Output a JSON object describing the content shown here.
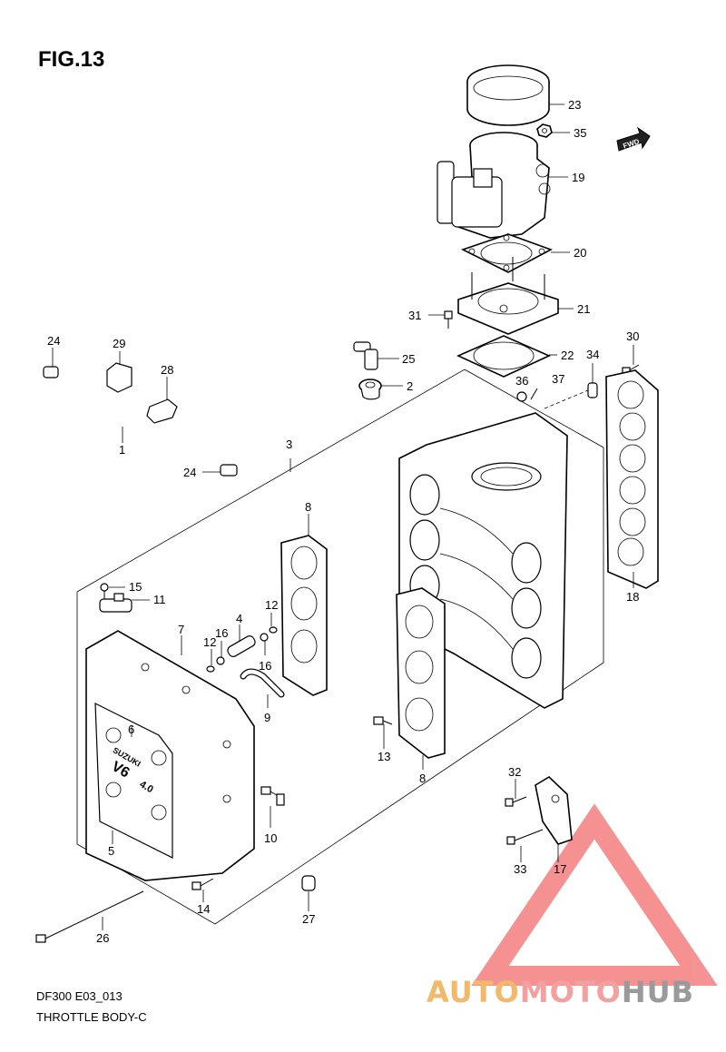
{
  "figure": {
    "title": "FIG.13",
    "code": "DF300 E03_013",
    "name": "THROTTLE BODY-C",
    "fwd_label": "FWD"
  },
  "watermark": {
    "part1": "AUTO",
    "part2": "MOTO",
    "part3": "HUB",
    "color_auto": "#f2b96a",
    "color_moto": "#f2a0a0",
    "color_hub": "#9a9a9a",
    "triangle_color": "#f26d6d"
  },
  "callouts": [
    {
      "id": "c23",
      "label": "23"
    },
    {
      "id": "c35",
      "label": "35"
    },
    {
      "id": "c19",
      "label": "19"
    },
    {
      "id": "c20",
      "label": "20"
    },
    {
      "id": "c21",
      "label": "21"
    },
    {
      "id": "c31",
      "label": "31"
    },
    {
      "id": "c22",
      "label": "22"
    },
    {
      "id": "c25",
      "label": "25"
    },
    {
      "id": "c2",
      "label": "2"
    },
    {
      "id": "c36",
      "label": "36"
    },
    {
      "id": "c37",
      "label": "37"
    },
    {
      "id": "c34",
      "label": "34"
    },
    {
      "id": "c30",
      "label": "30"
    },
    {
      "id": "c18",
      "label": "18"
    },
    {
      "id": "c24a",
      "label": "24"
    },
    {
      "id": "c29",
      "label": "29"
    },
    {
      "id": "c28",
      "label": "28"
    },
    {
      "id": "c1",
      "label": "1"
    },
    {
      "id": "c3",
      "label": "3"
    },
    {
      "id": "c24b",
      "label": "24"
    },
    {
      "id": "c8a",
      "label": "8"
    },
    {
      "id": "c15",
      "label": "15"
    },
    {
      "id": "c11",
      "label": "11"
    },
    {
      "id": "c7",
      "label": "7"
    },
    {
      "id": "c4",
      "label": "4"
    },
    {
      "id": "c12a",
      "label": "12"
    },
    {
      "id": "c16a",
      "label": "16"
    },
    {
      "id": "c12b",
      "label": "12"
    },
    {
      "id": "c16b",
      "label": "16"
    },
    {
      "id": "c9",
      "label": "9"
    },
    {
      "id": "c6",
      "label": "6"
    },
    {
      "id": "c13",
      "label": "13"
    },
    {
      "id": "c8b",
      "label": "8"
    },
    {
      "id": "c32",
      "label": "32"
    },
    {
      "id": "c10",
      "label": "10"
    },
    {
      "id": "c5",
      "label": "5"
    },
    {
      "id": "c33",
      "label": "33"
    },
    {
      "id": "c17",
      "label": "17"
    },
    {
      "id": "c14",
      "label": "14"
    },
    {
      "id": "c27",
      "label": "27"
    },
    {
      "id": "c26",
      "label": "26"
    }
  ]
}
